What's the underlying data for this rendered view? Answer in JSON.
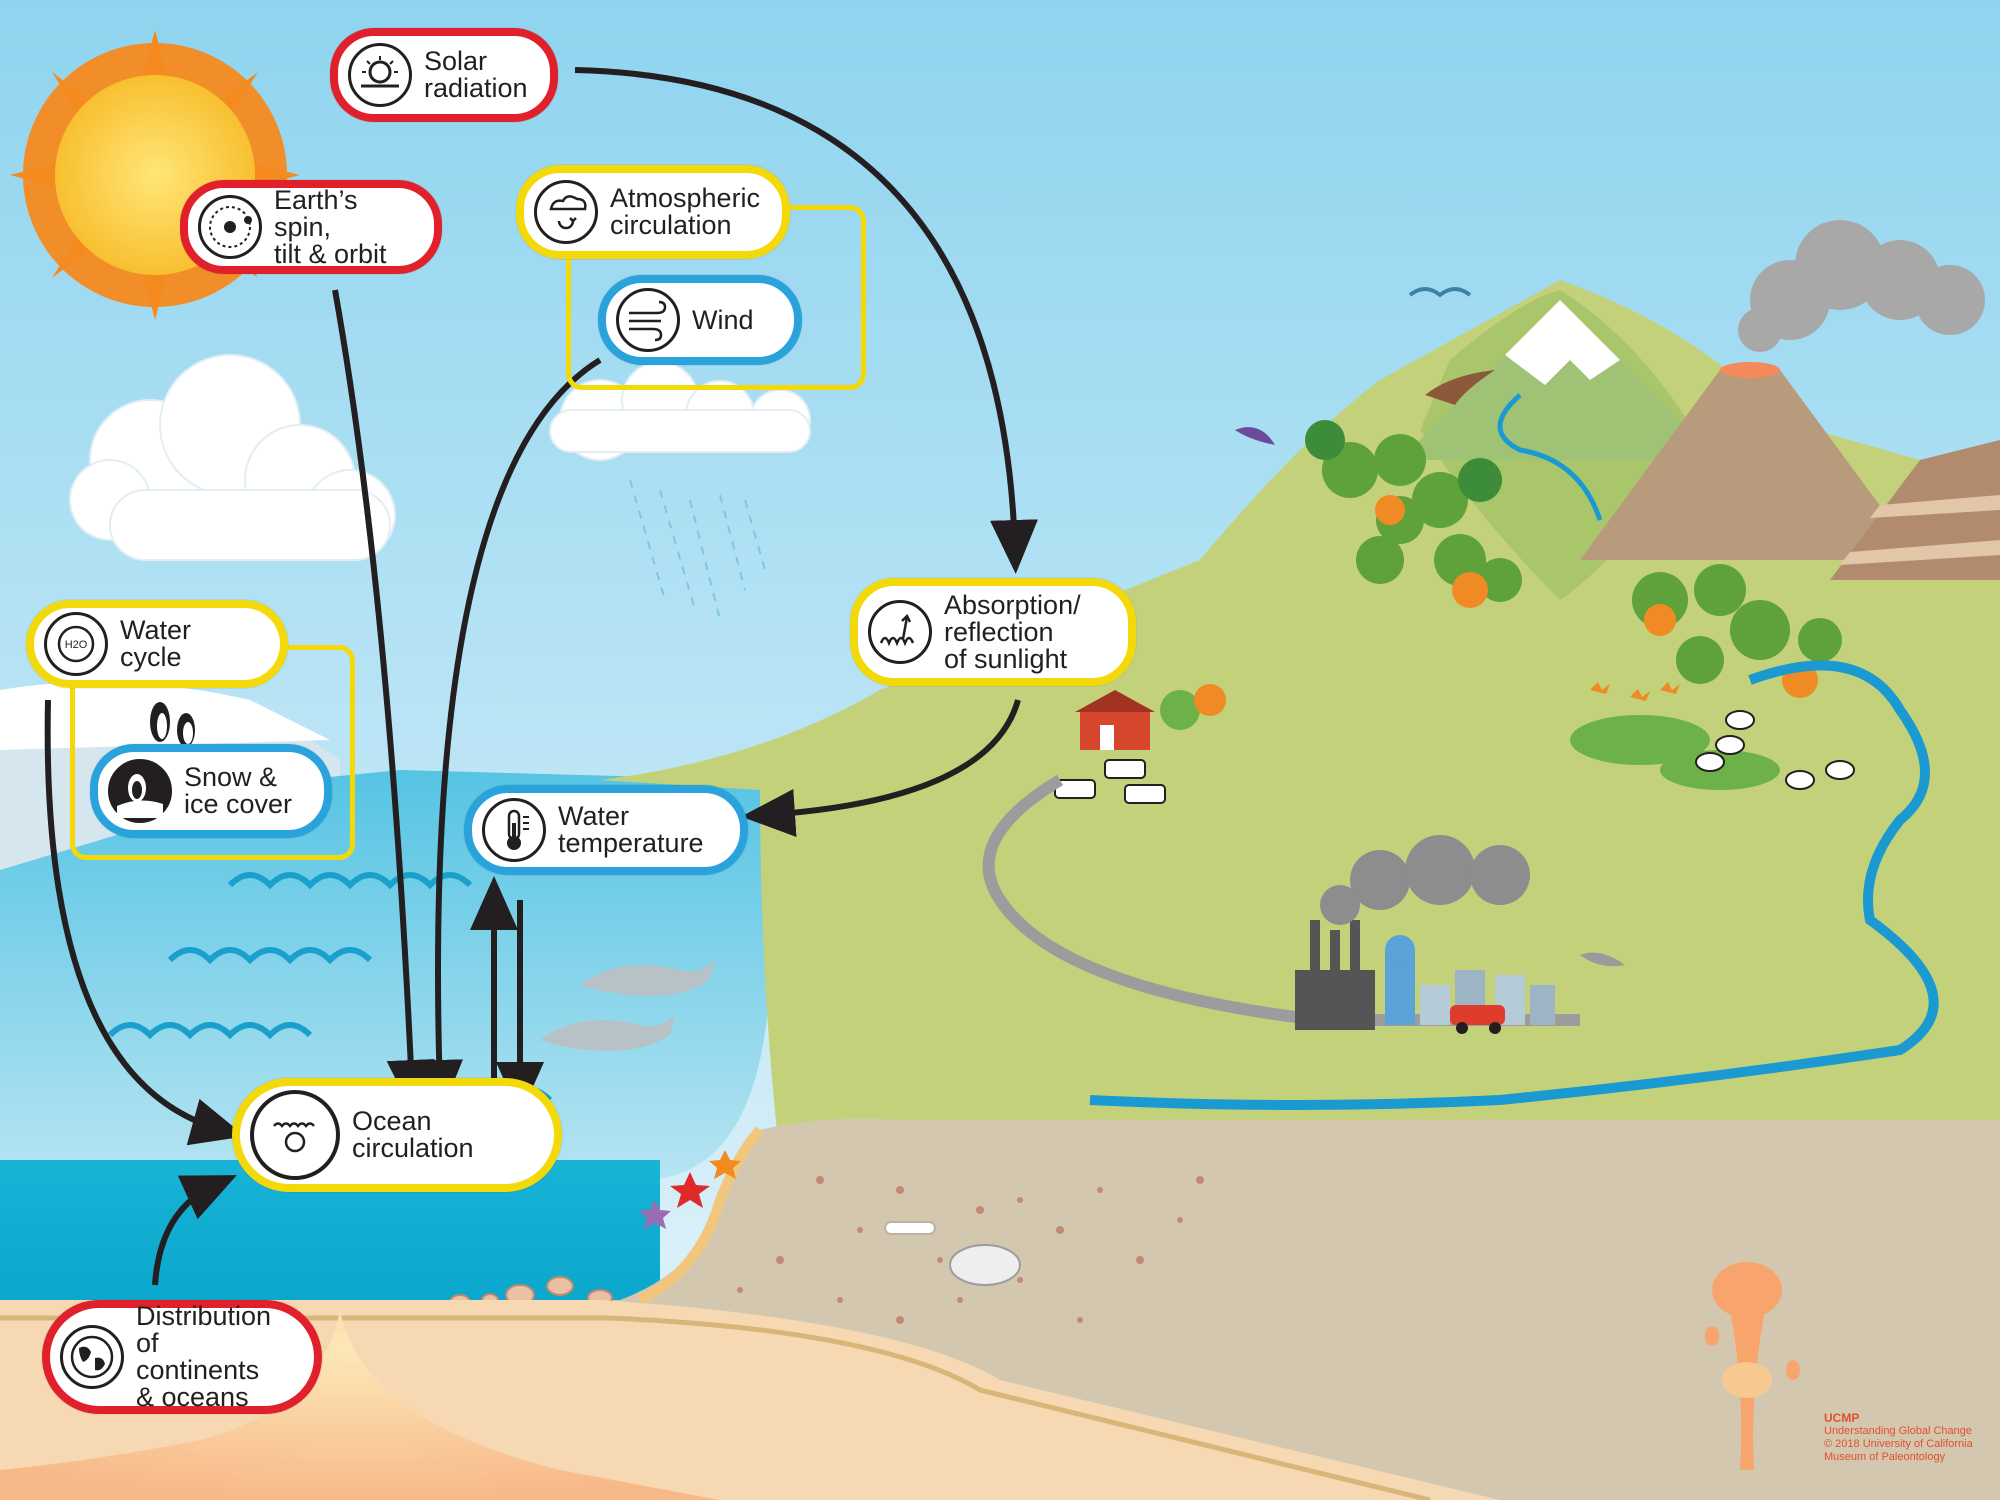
{
  "nodes": {
    "solar_radiation": {
      "label": "Solar\nradiation",
      "icon": "sun-icon",
      "color": "#e0202a"
    },
    "earth_spin": {
      "label": "Earth’s spin,\ntilt & orbit",
      "icon": "orbit-icon",
      "color": "#e0202a"
    },
    "atmospheric_circulation": {
      "label": "Atmospheric\ncirculation",
      "icon": "cloud-cycle-icon",
      "color": "#f4d90a"
    },
    "wind": {
      "label": "Wind",
      "icon": "wind-icon",
      "color": "#2aa2dc"
    },
    "water_cycle": {
      "label": "Water cycle",
      "icon": "h2o-cycle-icon",
      "icon_text": "H2O",
      "color": "#f4d90a"
    },
    "snow_ice": {
      "label": "Snow &\nice cover",
      "icon": "penguin-icon",
      "color": "#2aa2dc"
    },
    "absorption": {
      "label": "Absorption/\nreflection\nof sunlight",
      "icon": "absorption-icon",
      "color": "#f4d90a"
    },
    "water_temperature": {
      "label": "Water\ntemperature",
      "icon": "thermometer-icon",
      "color": "#2aa2dc"
    },
    "ocean_circulation": {
      "label": "Ocean\ncirculation",
      "icon": "ocean-cycle-icon",
      "color": "#f4d90a"
    },
    "distribution": {
      "label": "Distribution\nof continents\n& oceans",
      "icon": "globe-icon",
      "color": "#e0202a"
    }
  },
  "credit": {
    "brand": "UCMP",
    "lines": [
      "Understanding Global Change",
      "© 2018 University of California",
      "Museum of Paleontology"
    ]
  },
  "colors": {
    "red": "#e0202a",
    "yellow": "#f4d90a",
    "blue": "#2aa2dc",
    "arrow": "#231f20",
    "ocean": "#2fb2d6",
    "land": "#c3d27a",
    "sediment": "#d4c7b0",
    "credit": "#e2502c"
  }
}
